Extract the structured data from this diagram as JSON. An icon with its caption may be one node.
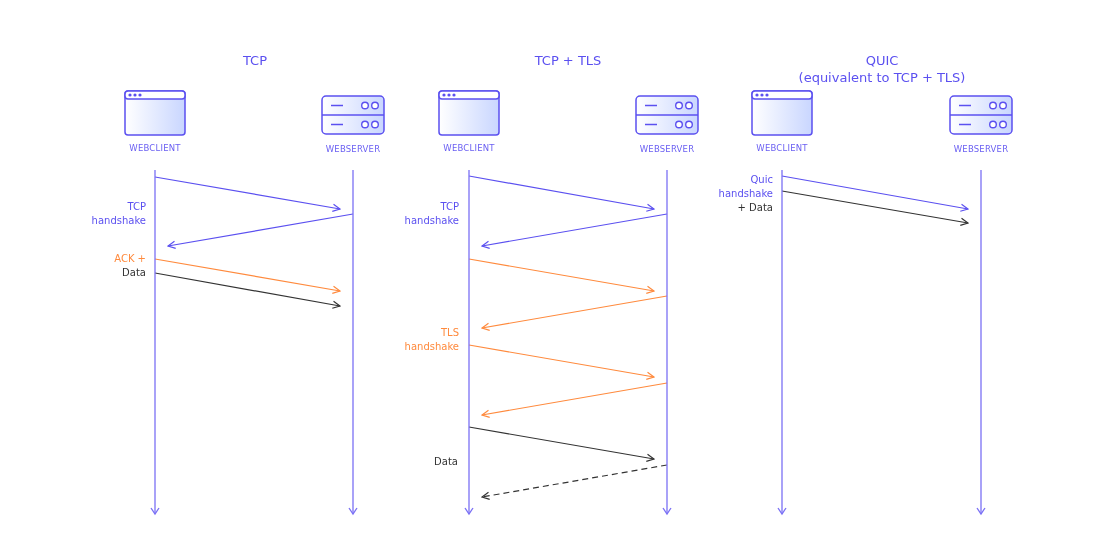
{
  "diagram": {
    "nodes": [
      {
        "text": [
          "WEBCLIENT"
        ]
      },
      {
        "text": [
          "WEBSERVER"
        ]
      },
      {
        "text": [
          "WEBCLIENT"
        ]
      },
      {
        "text": [
          "WEBSERVER"
        ]
      },
      {
        "text": [
          "WEBCLIENT"
        ]
      },
      {
        "text": [
          "WEBSERVER"
        ]
      }
    ],
    "edges": [
      {
        "from": 0,
        "to": 1,
        "arrow": "to",
        "color": "#5b50f0"
      },
      {
        "from": 1,
        "to": 0,
        "arrow": "to",
        "color": "#5b50f0"
      },
      {
        "from": 0,
        "to": 1,
        "arrow": "to",
        "color": "#ff8a3d"
      },
      {
        "from": 0,
        "to": 1,
        "arrow": "to",
        "color": "#333333"
      },
      {
        "from": 2,
        "to": 3,
        "arrow": "to",
        "color": "#5b50f0"
      },
      {
        "from": 3,
        "to": 2,
        "arrow": "to",
        "color": "#5b50f0"
      },
      {
        "from": 2,
        "to": 3,
        "arrow": "to",
        "color": "#ff8a3d"
      },
      {
        "from": 3,
        "to": 2,
        "arrow": "to",
        "color": "#ff8a3d"
      },
      {
        "from": 2,
        "to": 3,
        "arrow": "to",
        "color": "#ff8a3d"
      },
      {
        "from": 3,
        "to": 2,
        "arrow": "to",
        "color": "#ff8a3d"
      },
      {
        "from": 2,
        "to": 3,
        "arrow": "to",
        "color": "#333333"
      },
      {
        "from": 3,
        "to": 2,
        "arrow": "to",
        "style": "dashed",
        "color": "#333333"
      },
      {
        "from": 4,
        "to": 5,
        "arrow": "to",
        "color": "#5b50f0"
      },
      {
        "from": 4,
        "to": 5,
        "arrow": "to",
        "color": "#333333"
      }
    ],
    "labels": [
      "TCP",
      "TCP + TLS",
      "QUIC (equivalent to TCP + TLS)",
      "TCP handshake",
      "ACK +",
      "Data",
      "TCP handshake",
      "TLS handshake",
      "Data",
      "Quic handshake",
      "+ Data"
    ]
  }
}
